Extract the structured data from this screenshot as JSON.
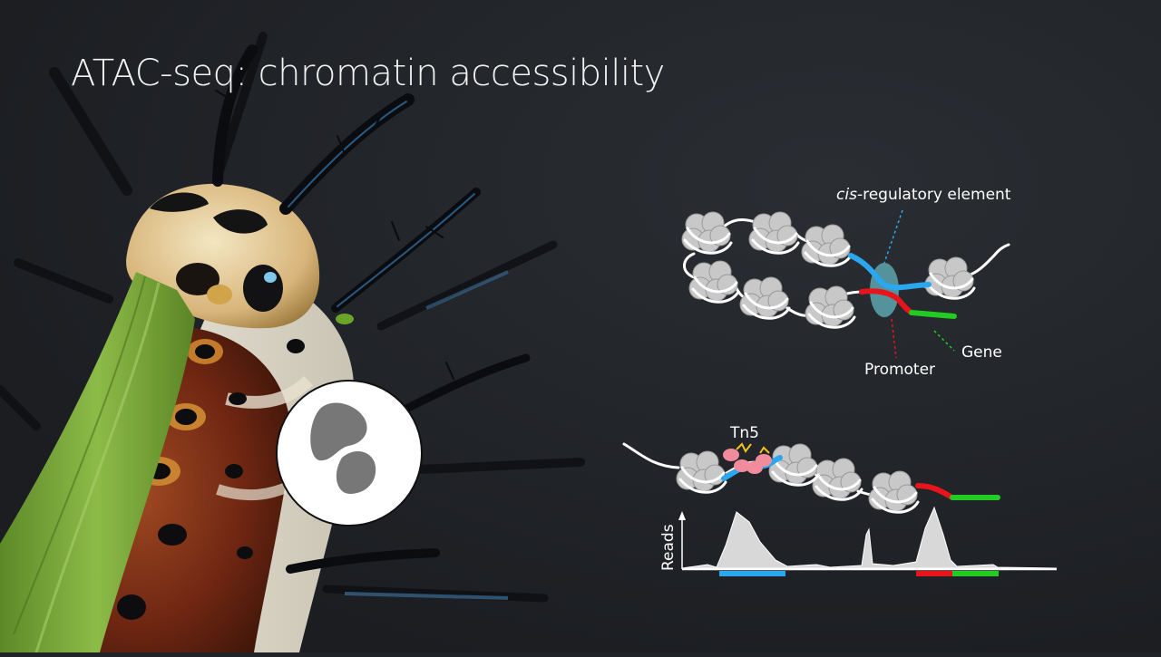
{
  "slide": {
    "title": "ATAC-seq: chromatin accessibility"
  },
  "diagram_top": {
    "cre_label_italic": "cis",
    "cre_label_rest": "-regulatory element",
    "promoter_label": "Promoter",
    "gene_label": "Gene"
  },
  "diagram_bottom": {
    "tn5_label": "Tn5",
    "reads_label": "Reads"
  },
  "colors": {
    "background": "#202327",
    "nucleosome": "#c8c8c8",
    "dna": "#ffffff",
    "cre": "#2aa7ee",
    "promoter": "#e8141c",
    "gene": "#22cc22",
    "tf_blob": "#5a9ea8",
    "tn5": "#f08c9c",
    "leaf": "#7aa63a",
    "caterpillar_head": "#e8d6a6",
    "caterpillar_body": "#7a2e16",
    "nucleus": "#777777"
  },
  "icons": [
    "caterpillar-photo",
    "cell-nucleus-icon",
    "nucleosome-icon",
    "tn5-transposase-icon"
  ]
}
